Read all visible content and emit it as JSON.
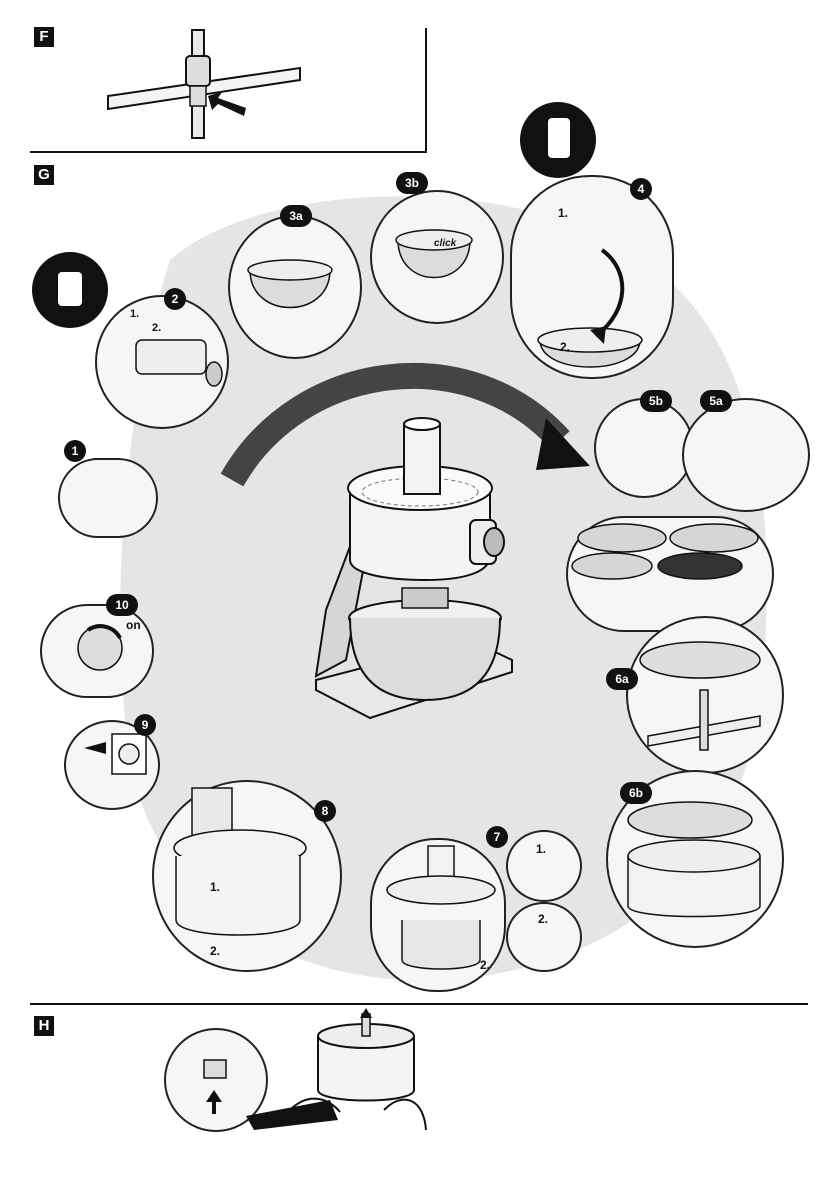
{
  "sections": {
    "f": {
      "letter": "F"
    },
    "g": {
      "letter": "G"
    },
    "h": {
      "letter": "H"
    }
  },
  "steps": {
    "s1": "1",
    "s2": "2",
    "s3a": "3a",
    "s3b": "3b",
    "s4": "4",
    "s5a": "5a",
    "s5b": "5b",
    "s6a": "6a",
    "s6b": "6b",
    "s7": "7",
    "s8": "8",
    "s9": "9",
    "s10": "10"
  },
  "labels": {
    "click": "click",
    "on": "on",
    "one": "1.",
    "two": "2."
  },
  "colors": {
    "ink": "#111111",
    "shadow": "#c9c9c9",
    "metal": "#d8d8d8"
  }
}
